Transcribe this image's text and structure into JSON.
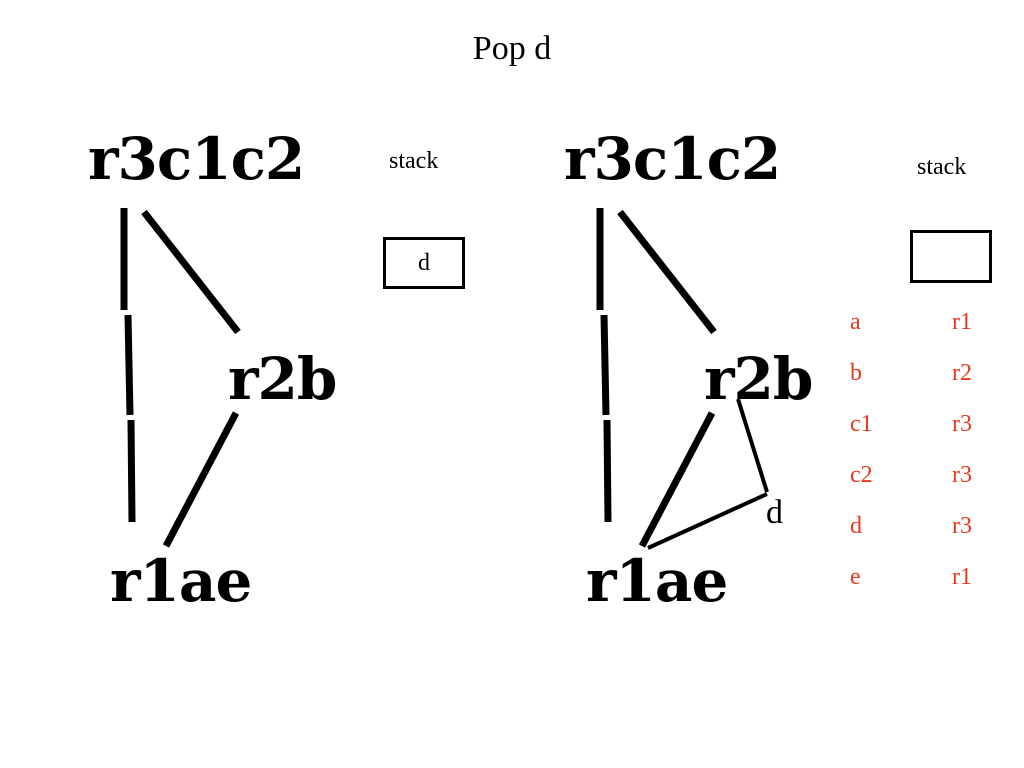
{
  "title": "Pop d",
  "left_graph": {
    "nodes": [
      "r3c1c2",
      "r2b",
      "r1ae"
    ],
    "stack_label": "stack",
    "stack_items": [
      "d"
    ]
  },
  "right_graph": {
    "nodes": [
      "r3c1c2",
      "r2b",
      "r1ae"
    ],
    "stack_label": "stack",
    "stack_items": [],
    "new_edge_label": "d"
  },
  "mapping": {
    "color": "#e8391e",
    "rows": [
      {
        "var": "a",
        "reg": "r1"
      },
      {
        "var": "b",
        "reg": "r2"
      },
      {
        "var": "c1",
        "reg": "r3"
      },
      {
        "var": "c2",
        "reg": "r3"
      },
      {
        "var": "d",
        "reg": "r3"
      },
      {
        "var": "e",
        "reg": "r1"
      }
    ]
  }
}
